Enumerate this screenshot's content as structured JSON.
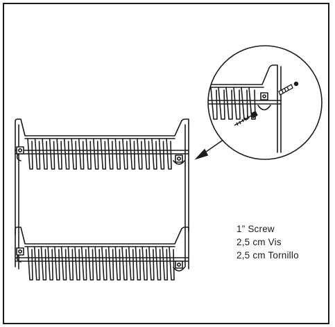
{
  "caption": {
    "line1": "1” Screw",
    "line2": "2,5 cm Vis",
    "line3": "2,5 cm Tornillo"
  },
  "colors": {
    "ink": "#1a1a1a",
    "background": "#ffffff"
  },
  "rack": {
    "upper_tines": 20,
    "lower_tines": 22
  }
}
